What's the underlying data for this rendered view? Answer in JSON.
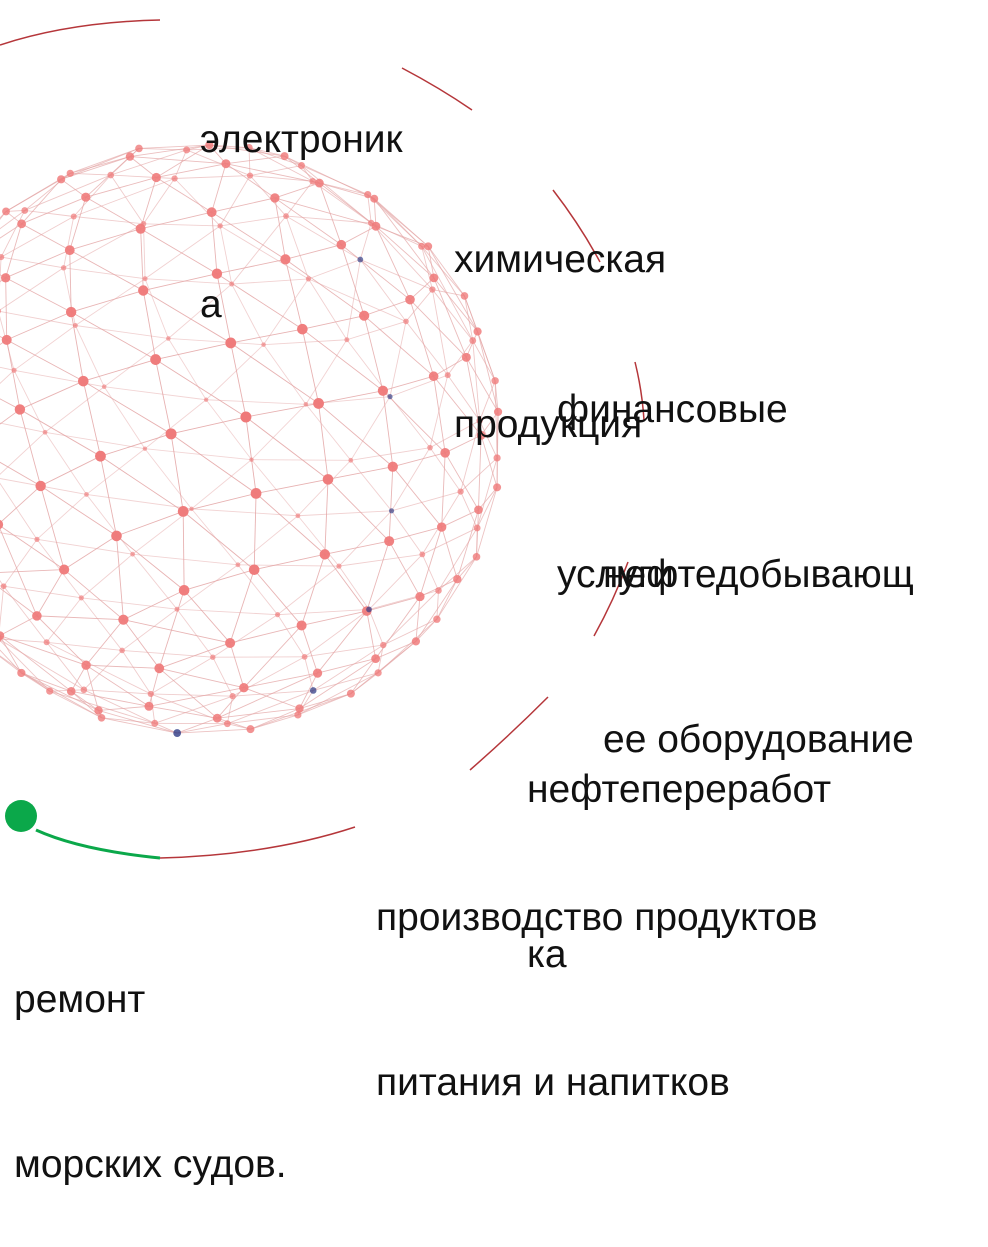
{
  "colors": {
    "arc": "#b5363a",
    "arc_active": "#0ba84a",
    "node": "#ef7a7a",
    "node_dark": "#2e3a84",
    "edge": "#e3a3a3",
    "text": "#111111"
  },
  "sectors": [
    {
      "lines": [
        "электроник",
        "а"
      ]
    },
    {
      "lines": [
        "химическая",
        "продукция"
      ]
    },
    {
      "lines": [
        "финансовые",
        "услуги"
      ]
    },
    {
      "lines": [
        "нефтедобывающ",
        "ее оборудование"
      ]
    },
    {
      "lines": [
        "нефтепереработ",
        "ка"
      ]
    },
    {
      "lines": [
        "производство продуктов",
        "питания и напитков"
      ]
    },
    {
      "lines": [
        "ремонт",
        "морских судов."
      ]
    }
  ],
  "active_marker": {
    "icon": "dot",
    "color": "#0ba84a"
  }
}
